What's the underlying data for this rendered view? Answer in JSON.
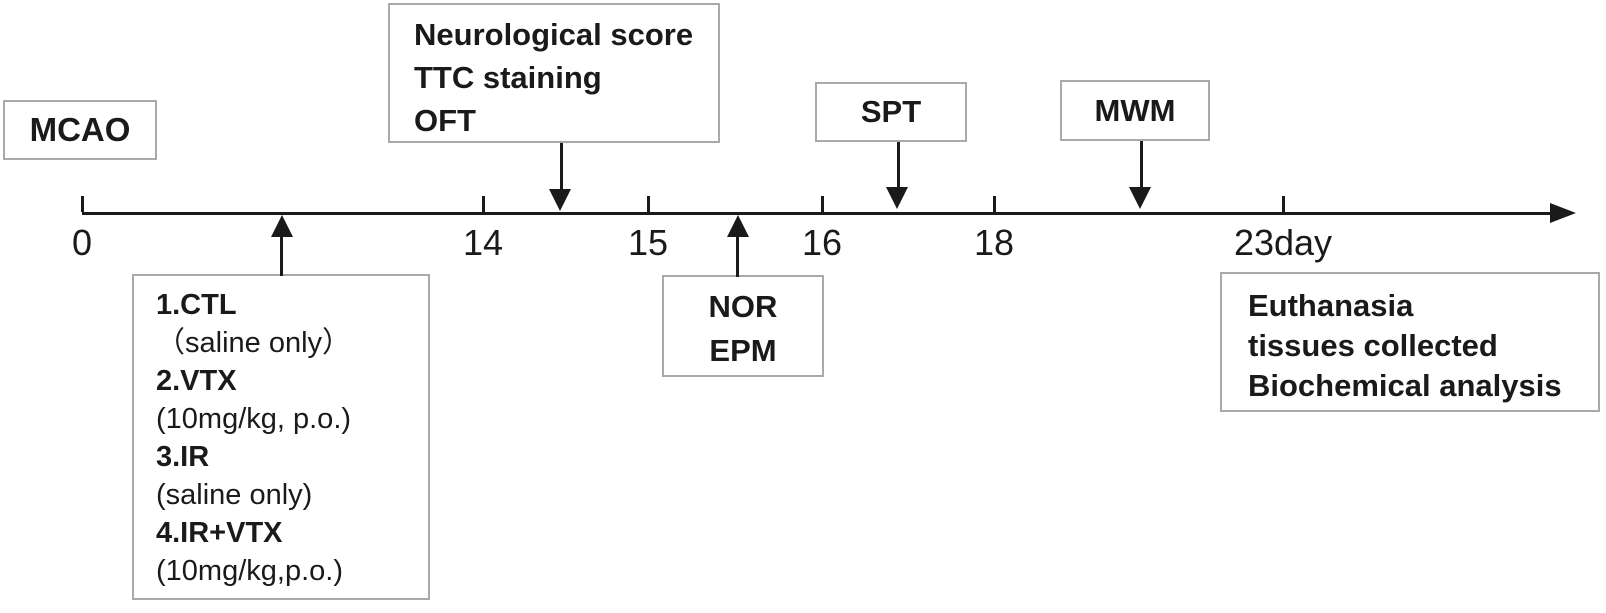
{
  "figure": {
    "background_color": "#ffffff",
    "line_color": "#1a1a1a",
    "box_border_color": "#a9a9a9",
    "text_color": "#1a1a1a"
  },
  "boxes": {
    "mcao": {
      "label": "MCAO"
    },
    "day14_assessments": {
      "lines": [
        "Neurological score",
        "TTC staining",
        "OFT"
      ]
    },
    "spt": {
      "label": "SPT"
    },
    "mwm": {
      "label": "MWM"
    },
    "nor_epm": {
      "lines": [
        "NOR",
        "EPM"
      ]
    },
    "endpoint": {
      "lines": [
        "Euthanasia",
        "tissues collected",
        "Biochemical analysis"
      ]
    },
    "treatment_groups": {
      "items": [
        {
          "name": "1.CTL",
          "dose": "（saline only）"
        },
        {
          "name": "2.VTX",
          "dose": "(10mg/kg, p.o.)"
        },
        {
          "name": "3.IR",
          "dose": "(saline only)"
        },
        {
          "name": "4.IR+VTX",
          "dose": "(10mg/kg,p.o.)"
        }
      ]
    }
  },
  "timeline": {
    "ticks": [
      "0",
      "14",
      "15",
      "16",
      "18",
      "23day"
    ]
  }
}
